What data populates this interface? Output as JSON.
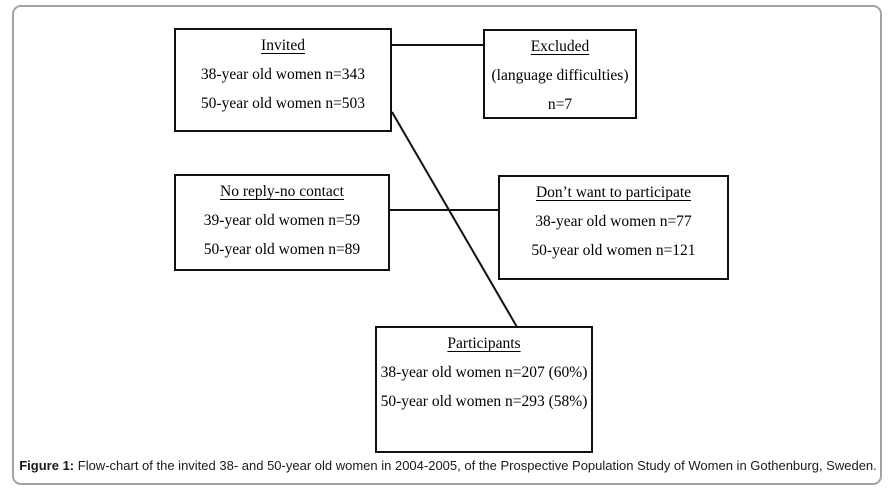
{
  "figure": {
    "caption_label": "Figure 1:",
    "caption_text": " Flow-chart of the invited 38- and 50-year old women in 2004-2005, of the Prospective Population Study of Women in Gothenburg, Sweden."
  },
  "boxes": {
    "invited": {
      "title": "Invited",
      "lines": [
        "38-year old women n=343",
        "50-year old women n=503"
      ]
    },
    "excluded": {
      "title": "Excluded",
      "lines": [
        "(language difficulties)",
        "n=7"
      ]
    },
    "no_reply": {
      "title": "No reply-no contact",
      "lines": [
        "39-year old women n=59",
        "50-year old women n=89"
      ]
    },
    "dont_want": {
      "title": "Don’t want to participate",
      "lines": [
        "38-year old women n=77",
        "50-year old women n=121"
      ]
    },
    "participants": {
      "title": "Participants",
      "lines": [
        "38-year old women n=207 (60%)",
        "50-year old women n=293 (58%)"
      ]
    }
  },
  "colors": {
    "box_border": "#111111",
    "connector": "#111111",
    "frame_border": "#a2a2a0",
    "text": "#000000",
    "background": "#ffffff"
  }
}
